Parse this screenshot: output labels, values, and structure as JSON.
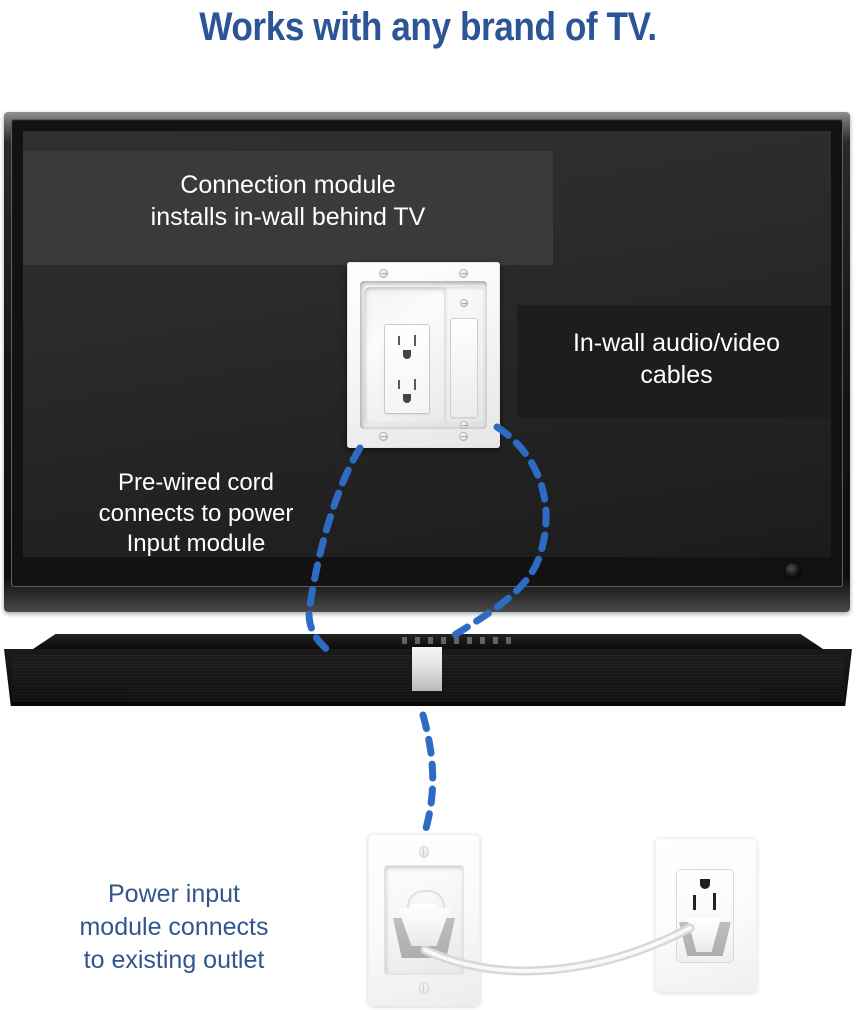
{
  "headline": {
    "text": "Works with any brand of TV.",
    "color": "#2b5597"
  },
  "tv": {
    "screen_labels": {
      "connection_module": "Connection module\ninstalls in-wall behind TV",
      "in_wall_cables": "In-wall audio/video\ncables",
      "pre_wired_cord": "Pre-wired cord\nconnects to power\nInput module"
    },
    "sensor_icon": "ir-sensor-icon"
  },
  "wallplate_tv": {
    "name": "recessed-connection-module",
    "outlet_icon": "duplex-receptacle-icon",
    "blank_icon": "decora-blank-insert-icon"
  },
  "soundbar": {
    "name": "soundbar",
    "mount_strip_icon": "mount-bracket-icon"
  },
  "bottom": {
    "power_input_module": {
      "name": "power-input-module-plate",
      "plug_icon": "power-plug-icon"
    },
    "existing_outlet": {
      "name": "existing-wall-outlet-plate",
      "receptacle_icon": "receptacle-icon",
      "plug_icon": "power-plug-icon"
    },
    "cord_icon": "power-cord-icon",
    "caption": "Power input\nmodule connects\nto existing outlet",
    "caption_color": "#31568e"
  },
  "connectors": {
    "dash_color": "#2e6bc4",
    "items": [
      {
        "name": "dashed-cable-left",
        "label": "power cord run from wall plate to soundbar"
      },
      {
        "name": "dashed-cable-right",
        "label": "audio/video cable run from wall plate to soundbar"
      },
      {
        "name": "dashed-cable-bottom",
        "label": "cord run from soundbar to power input module"
      }
    ]
  }
}
